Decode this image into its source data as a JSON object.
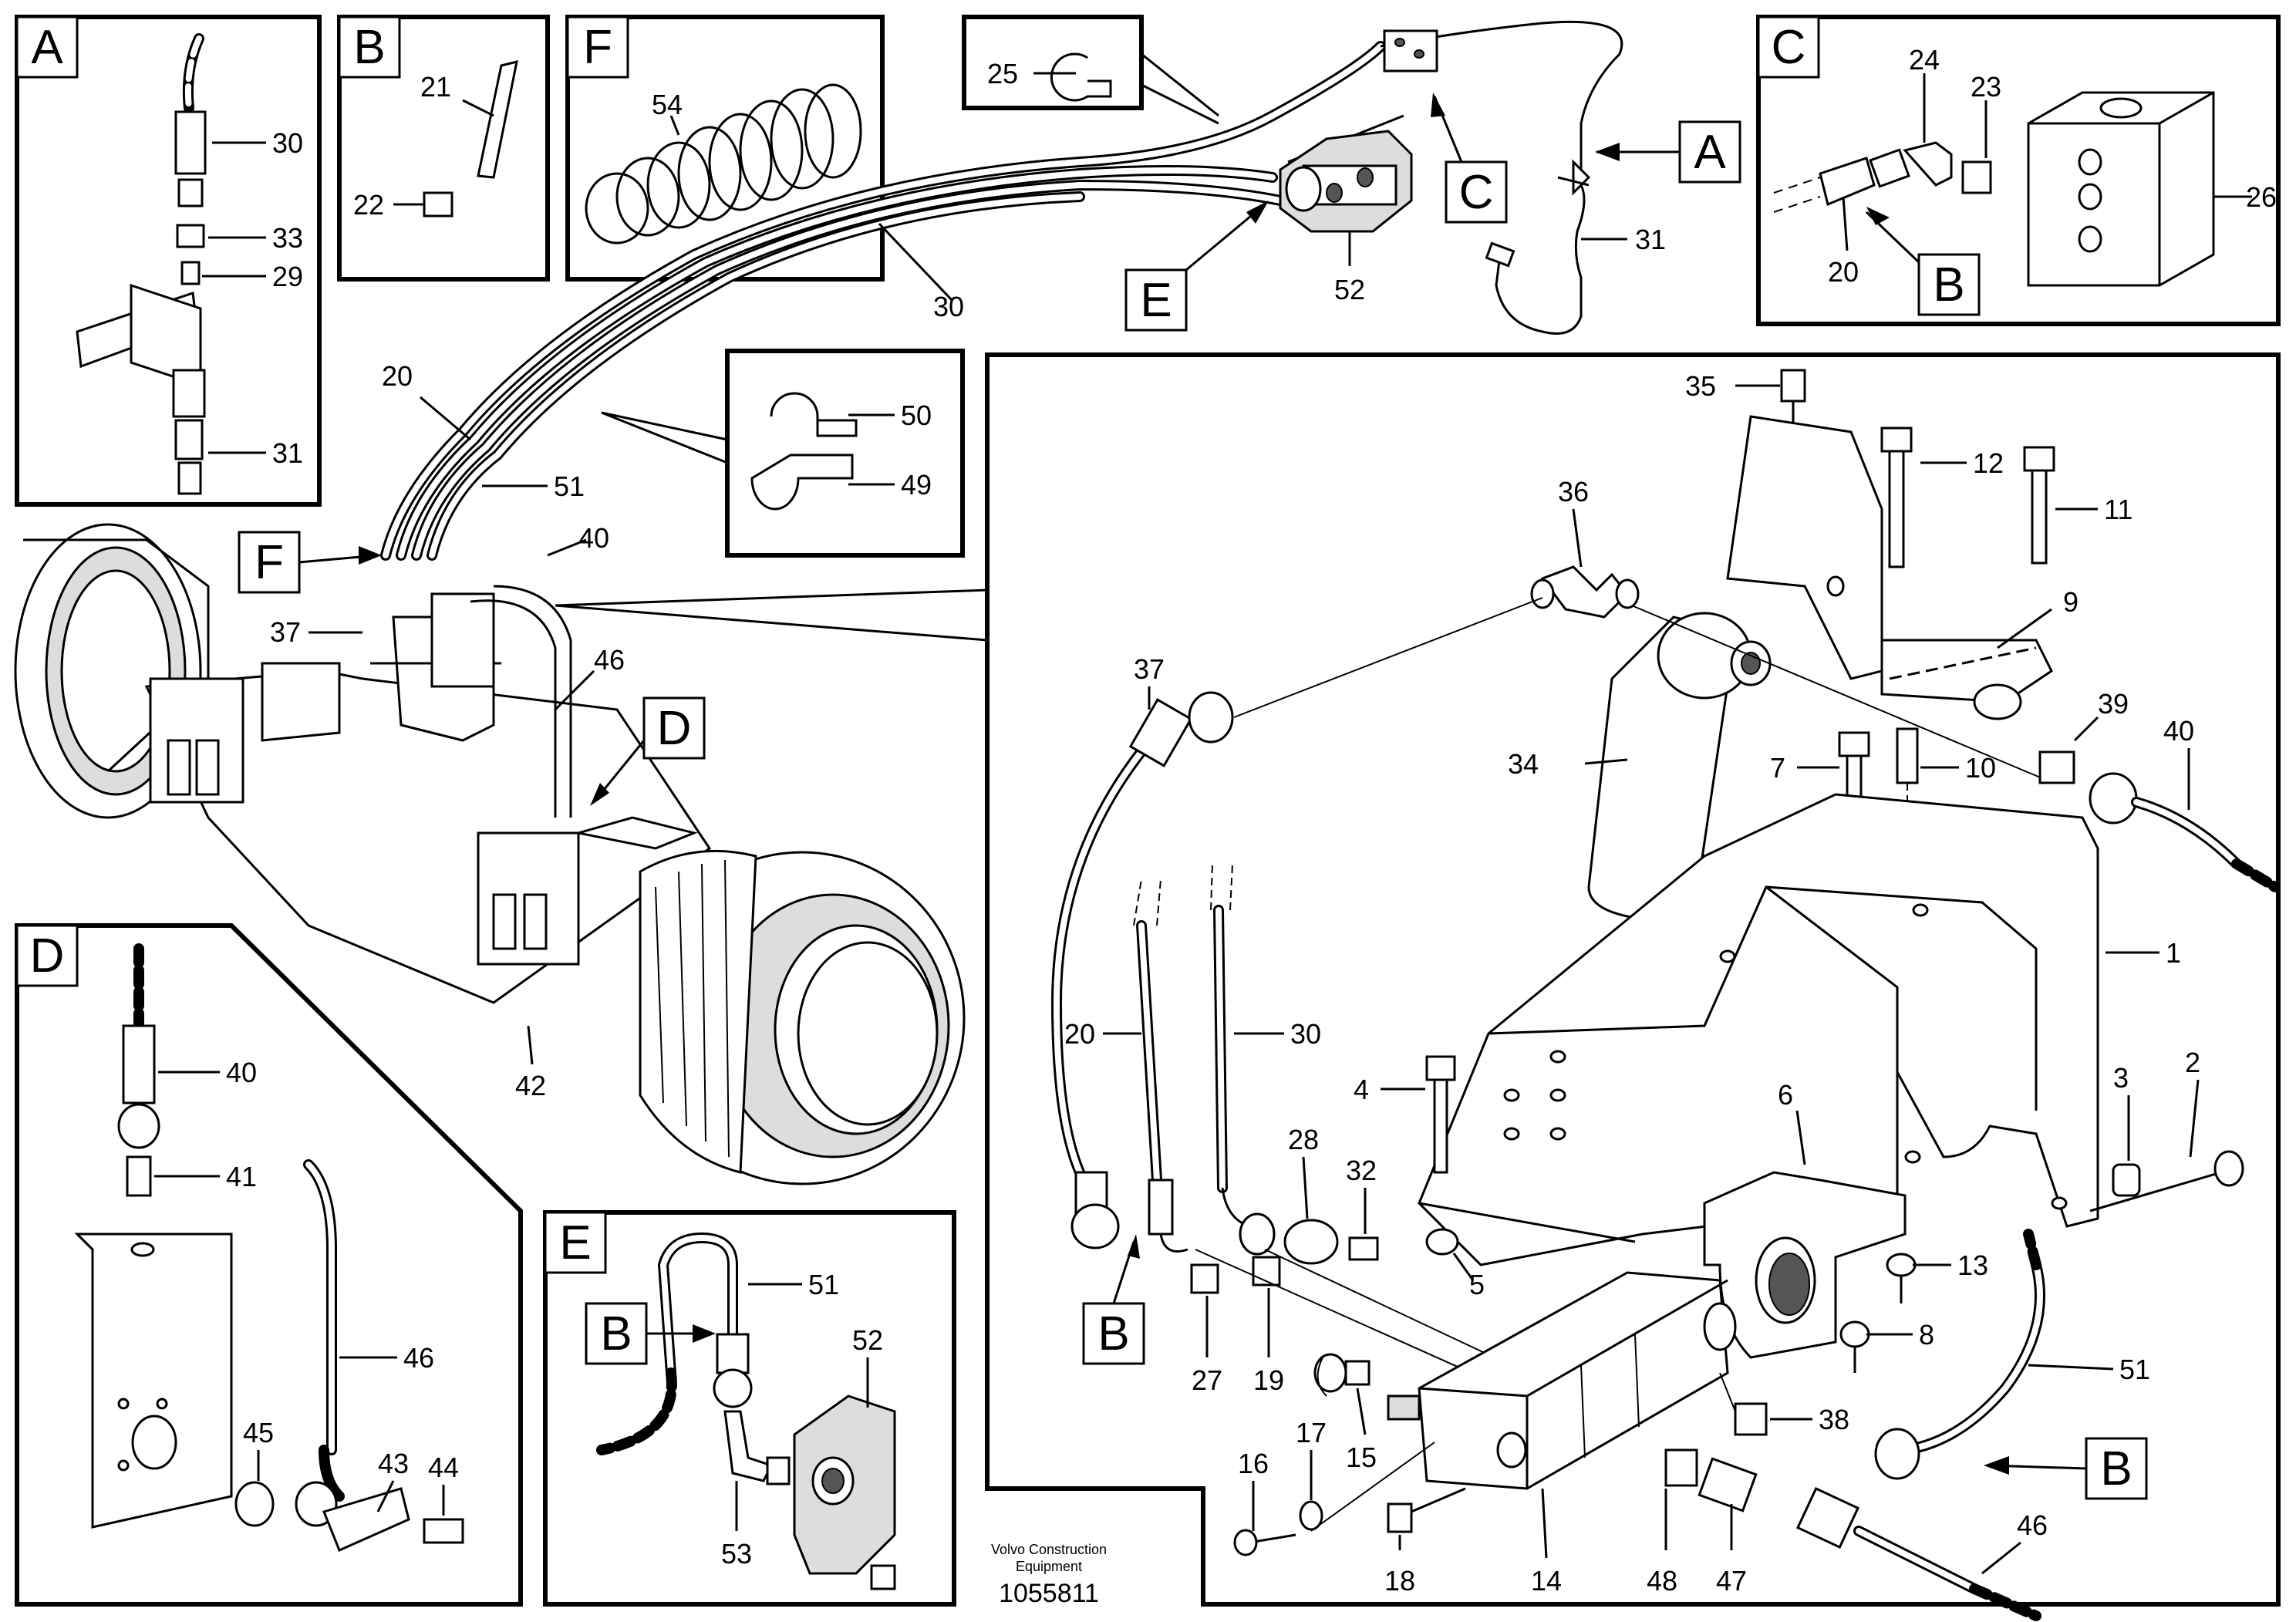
{
  "callouts": {
    "A_box": "A",
    "B_box": "B",
    "C_box": "C",
    "D_box": "D",
    "E_box": "E",
    "F_box": "F",
    "A_ref": "A",
    "C_ref": "C",
    "E_ref": "E",
    "F_ref": "F",
    "D_ref": "D",
    "B_ref_c": "B",
    "B_ref_main1": "B",
    "B_ref_main2": "B",
    "B_ref_e": "B"
  },
  "parts": {
    "p30a": "30",
    "p33": "33",
    "p29": "29",
    "p31a": "31",
    "p21": "21",
    "p22": "22",
    "p54": "54",
    "p25": "25",
    "p30b": "30",
    "p52a": "52",
    "p31b": "31",
    "p24": "24",
    "p23": "23",
    "p26": "26",
    "p20a": "20",
    "p20b": "20",
    "p51a": "51",
    "p40a": "40",
    "p37a": "37",
    "p46a": "46",
    "p42": "42",
    "p50": "50",
    "p49": "49",
    "p35": "35",
    "p12": "12",
    "p11": "11",
    "p36": "36",
    "p9": "9",
    "p37b": "37",
    "p39": "39",
    "p40b": "40",
    "p34": "34",
    "p7": "7",
    "p10": "10",
    "p1": "1",
    "p20c": "20",
    "p30c": "30",
    "p4": "4",
    "p6": "6",
    "p2": "2",
    "p3": "3",
    "p28": "28",
    "p32": "32",
    "p5": "5",
    "p13": "13",
    "p8": "8",
    "p27": "27",
    "p19": "19",
    "p51b": "51",
    "p17": "17",
    "p15": "15",
    "p38": "38",
    "p16": "16",
    "p18": "18",
    "p14": "14",
    "p48": "48",
    "p47": "47",
    "p46b": "46",
    "p40c": "40",
    "p41": "41",
    "p46c": "46",
    "p45": "45",
    "p43": "43",
    "p44": "44",
    "p51c": "51",
    "p52b": "52",
    "p53": "53"
  },
  "footer": {
    "maker_line1": "Volvo Construction",
    "maker_line2": "Equipment",
    "drawing_no": "1055811"
  }
}
